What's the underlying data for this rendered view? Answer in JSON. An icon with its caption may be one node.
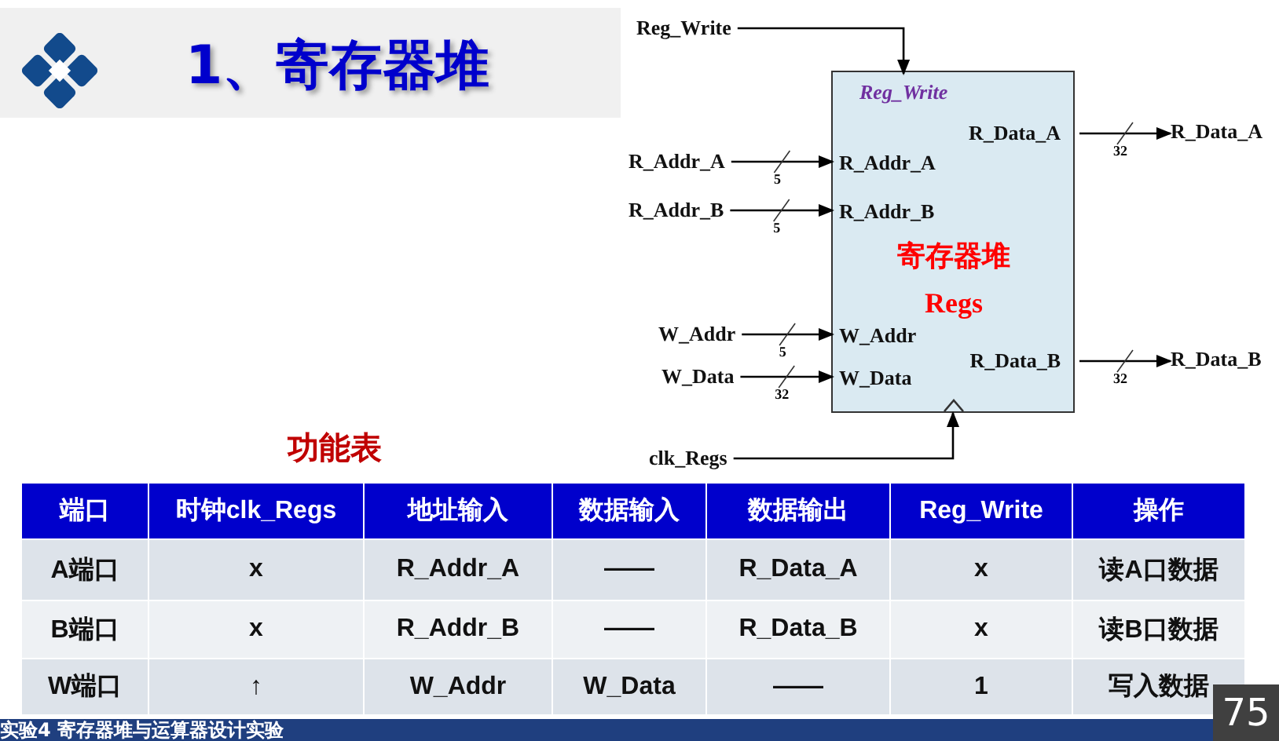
{
  "diagram": {
    "title": "1、寄存器堆",
    "nodes": [
      {
        "text": [
          "寄存器堆 Regs"
        ]
      },
      {
        "text": [
          "Reg_Write"
        ],
        "in": 0
      },
      {
        "text": [
          "R_Addr_A"
        ],
        "in": 0
      },
      {
        "text": [
          "R_Addr_B"
        ],
        "in": 0
      },
      {
        "text": [
          "W_Addr"
        ],
        "in": 0
      },
      {
        "text": [
          "W_Data"
        ],
        "in": 0
      },
      {
        "text": [
          "R_Data_A"
        ],
        "in": 0
      },
      {
        "text": [
          "R_Data_B"
        ],
        "in": 0
      },
      {
        "text": [
          "Reg_Write"
        ]
      },
      {
        "text": [
          "R_Addr_A"
        ]
      },
      {
        "text": [
          "R_Addr_B"
        ]
      },
      {
        "text": [
          "W_Addr"
        ]
      },
      {
        "text": [
          "W_Data"
        ]
      },
      {
        "text": [
          "R_Data_A"
        ]
      },
      {
        "text": [
          "R_Data_B"
        ]
      },
      {
        "text": [
          "clk_Regs"
        ]
      }
    ],
    "edges": [
      {
        "from": 8,
        "to": 1,
        "arrow": "to"
      },
      {
        "from": 9,
        "to": 2,
        "arrow": "to",
        "label": "5"
      },
      {
        "from": 10,
        "to": 3,
        "arrow": "to",
        "label": "5"
      },
      {
        "from": 11,
        "to": 4,
        "arrow": "to",
        "label": "5"
      },
      {
        "from": 12,
        "to": 5,
        "arrow": "to",
        "label": "32"
      },
      {
        "from": 6,
        "to": 13,
        "arrow": "to",
        "label": "32"
      },
      {
        "from": 7,
        "to": 14,
        "arrow": "to",
        "label": "32"
      },
      {
        "from": 15,
        "to": 0,
        "arrow": "to"
      }
    ],
    "labels": [
      "功能表",
      "端口",
      "时钟clk_Regs",
      "地址输入",
      "数据输入",
      "数据输出",
      "Reg_Write",
      "操作",
      "A端口",
      "x",
      "R_Addr_A",
      "——",
      "R_Data_A",
      "x",
      "读A口数据",
      "B端口",
      "x",
      "R_Addr_B",
      "——",
      "R_Data_B",
      "x",
      "读B口数据",
      "W端口",
      "↑",
      "W_Addr",
      "W_Data",
      "——",
      "1",
      "写入数据",
      "实验4 寄存器堆与运算器设计实验",
      "75"
    ]
  }
}
